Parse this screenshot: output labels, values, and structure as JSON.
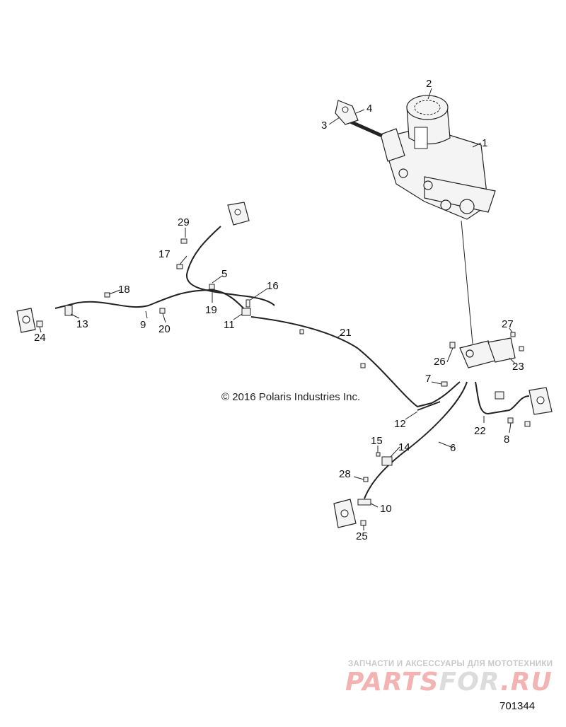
{
  "diagram": {
    "copyright": "© 2016 Polaris Industries Inc.",
    "figure_number": "701344",
    "callouts": [
      "1",
      "2",
      "3",
      "4",
      "5",
      "6",
      "7",
      "8",
      "9",
      "10",
      "11",
      "12",
      "13",
      "14",
      "15",
      "16",
      "17",
      "18",
      "19",
      "20",
      "21",
      "22",
      "23",
      "24",
      "25",
      "26",
      "27",
      "28",
      "29"
    ]
  },
  "watermark": {
    "tagline": "ЗАПЧАСТИ И АКСЕССУАРЫ ДЛЯ МОТОТЕХНИКИ",
    "brand_part1": "PARTS",
    "brand_part2": "FOR",
    "brand_part3": ".RU"
  }
}
